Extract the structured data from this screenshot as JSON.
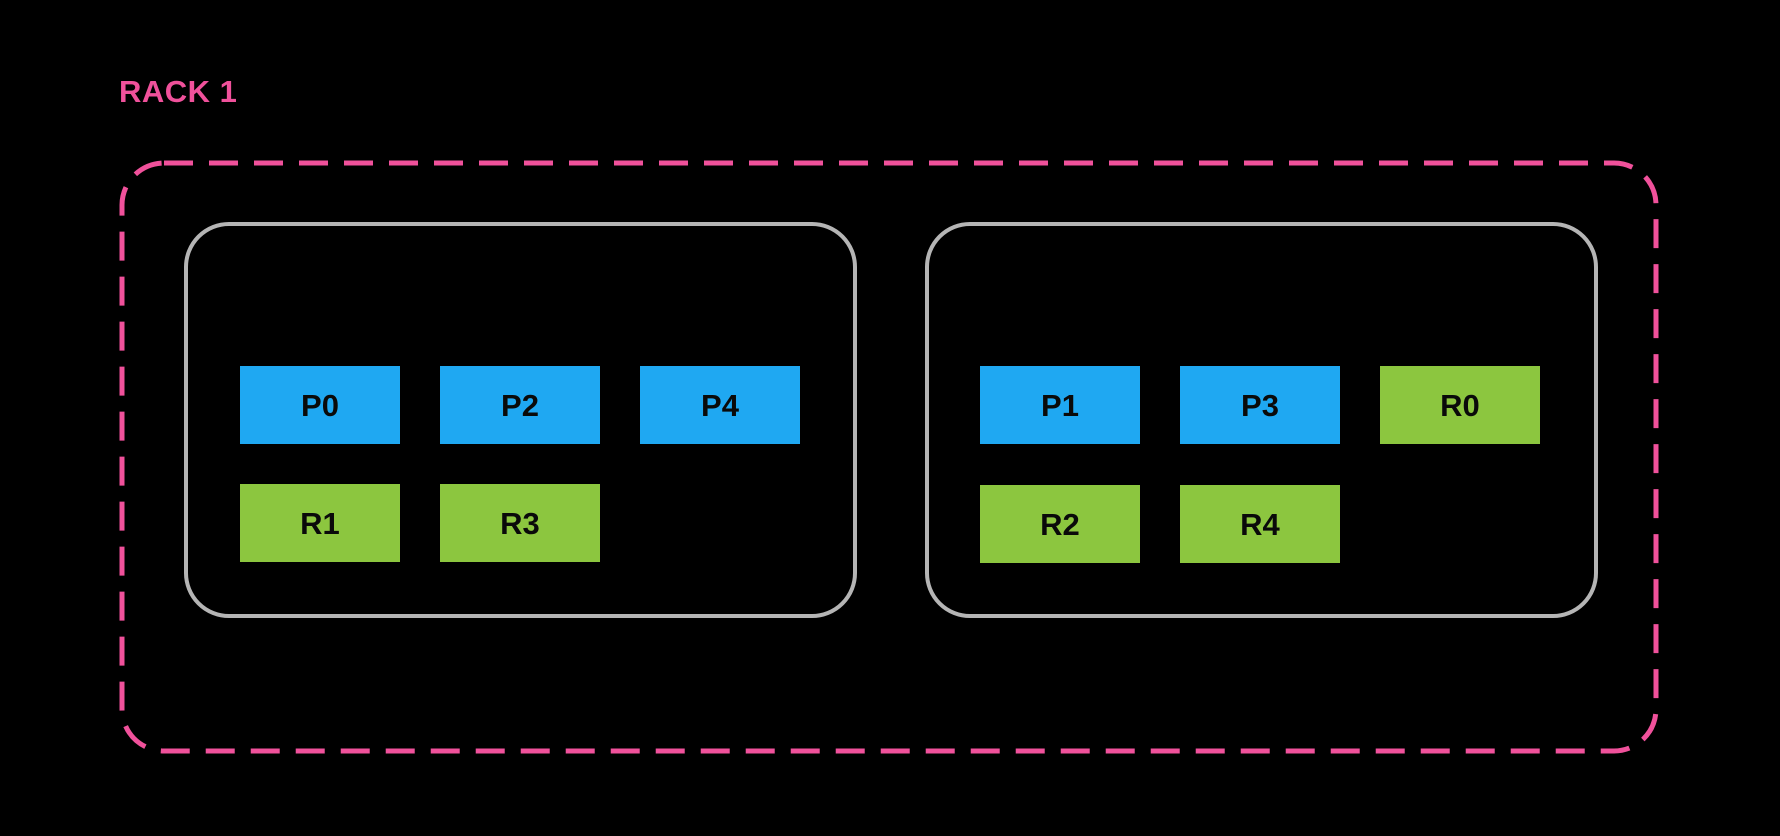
{
  "rack": {
    "label": "RACK 1",
    "nodes": [
      {
        "id": "node-1",
        "boxes": [
          {
            "label": "P0",
            "type": "primary"
          },
          {
            "label": "P2",
            "type": "primary"
          },
          {
            "label": "P4",
            "type": "primary"
          },
          {
            "label": "R1",
            "type": "replica"
          },
          {
            "label": "R3",
            "type": "replica"
          }
        ]
      },
      {
        "id": "node-2",
        "boxes": [
          {
            "label": "P1",
            "type": "primary"
          },
          {
            "label": "P3",
            "type": "primary"
          },
          {
            "label": "R0",
            "type": "replica"
          },
          {
            "label": "R2",
            "type": "replica"
          },
          {
            "label": "R4",
            "type": "replica"
          }
        ]
      }
    ]
  },
  "colors": {
    "background": "#000000",
    "rack_pink": "#F0519B",
    "primary_blue": "#1FA8F2",
    "replica_green": "#8CC63F",
    "node_border_gray": "#B5B5B5",
    "box_text": "#0A0A0A"
  }
}
